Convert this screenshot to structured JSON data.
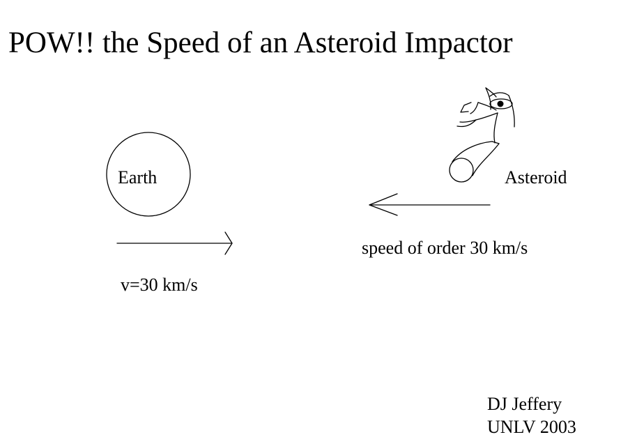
{
  "title": "POW!!  the Speed of  an Asteroid Impactor",
  "earth": {
    "label": "Earth",
    "velocity": "v=30 km/s"
  },
  "asteroid": {
    "label": "Asteroid",
    "speed": "speed of order 30 km/s"
  },
  "credit": {
    "name": "DJ Jeffery",
    "org": "UNLV 2003"
  },
  "colors": {
    "ink": "#000000",
    "background": "#ffffff"
  }
}
